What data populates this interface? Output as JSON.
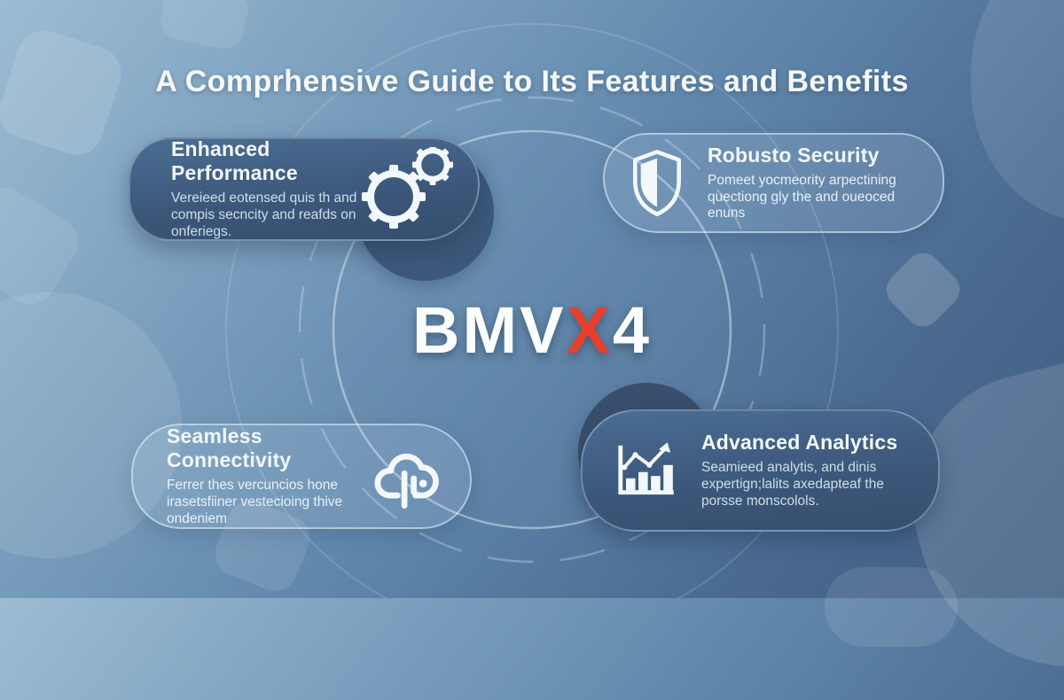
{
  "title": "A Comprhensive Guide to Its Features and Benefits",
  "center_label": {
    "pre": "BMV",
    "accent": "X",
    "post": "4"
  },
  "cards": [
    {
      "id": "enhanced-performance",
      "title": "Enhanced Performance",
      "body": "Vereieed eotensed quis th and compis secncity and reafds on onferiegs.",
      "icon": "gears-icon",
      "style": "dark",
      "icon_side": "right"
    },
    {
      "id": "robust-security",
      "title": "Robusto Security",
      "body": "Pomeet yocmeority arpectining quectiong gly the and oueoced enuns",
      "icon": "shield-icon",
      "style": "light",
      "icon_side": "left"
    },
    {
      "id": "seamless-connectivity",
      "title": "Seamless Connectivity",
      "body": "Ferrer thes vercuncios hone irasetsfiiner vestecioing thive ondeniem",
      "icon": "cloud-data-icon",
      "style": "light",
      "icon_side": "right"
    },
    {
      "id": "advanced-analytics",
      "title": "Advanced Analytics",
      "body": "Seamieed analytis, and dinis expertign;lalits axedapteaf the porsse monscolols.",
      "icon": "bar-chart-trend-icon",
      "style": "dark",
      "icon_side": "left"
    }
  ],
  "colors": {
    "accent_red": "#e6402c",
    "background_top_left": "#9cbcd3",
    "background_bottom_right": "#3e5c82",
    "card_dark": "#3b5679",
    "card_light_fill": "rgba(210,230,245,0.14)",
    "card_border_light": "rgba(228,242,252,0.55)",
    "text_primary": "#f2f7fb",
    "ring_stroke": "rgba(225,238,248,0.45)"
  }
}
